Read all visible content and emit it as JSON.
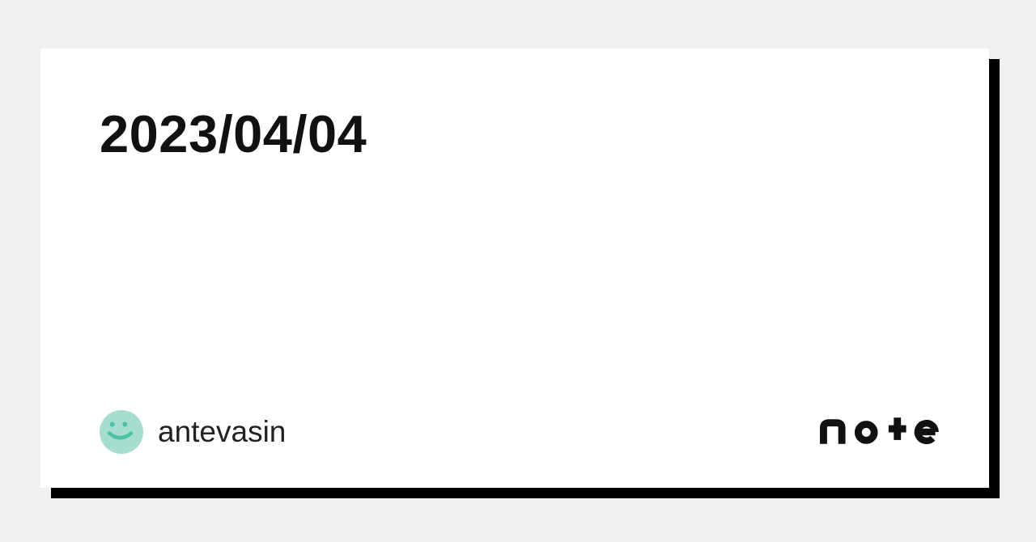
{
  "page": {
    "background_color": "#f0f0f0"
  },
  "card": {
    "background_color": "#ffffff",
    "shadow_color": "#000000",
    "title": "2023/04/04",
    "title_color": "#111111"
  },
  "author": {
    "name": "antevasin",
    "name_color": "#222222",
    "avatar_icon": "smiley-face-icon",
    "avatar_bg_color": "#a5dece",
    "avatar_feature_color": "#4fc1a8"
  },
  "brand": {
    "logo_text": "note",
    "logo_color": "#111111"
  }
}
